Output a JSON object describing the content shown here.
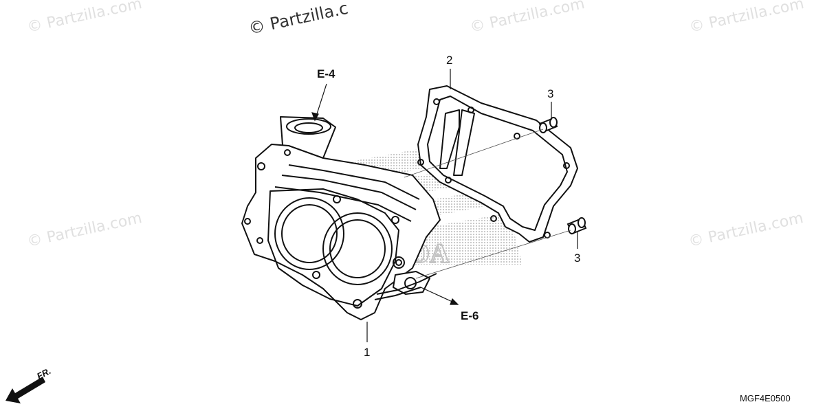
{
  "watermarks": {
    "text": "© Partzilla.com",
    "top_center": "© Partzilla.c"
  },
  "callouts": {
    "part_1": "1",
    "part_2": "2",
    "part_3_upper": "3",
    "part_3_lower": "3"
  },
  "references": {
    "e4": "E-4",
    "e6": "E-6"
  },
  "front_indicator": "FR.",
  "diagram_code": "MGF4E0500",
  "background_logo": "HONDA"
}
